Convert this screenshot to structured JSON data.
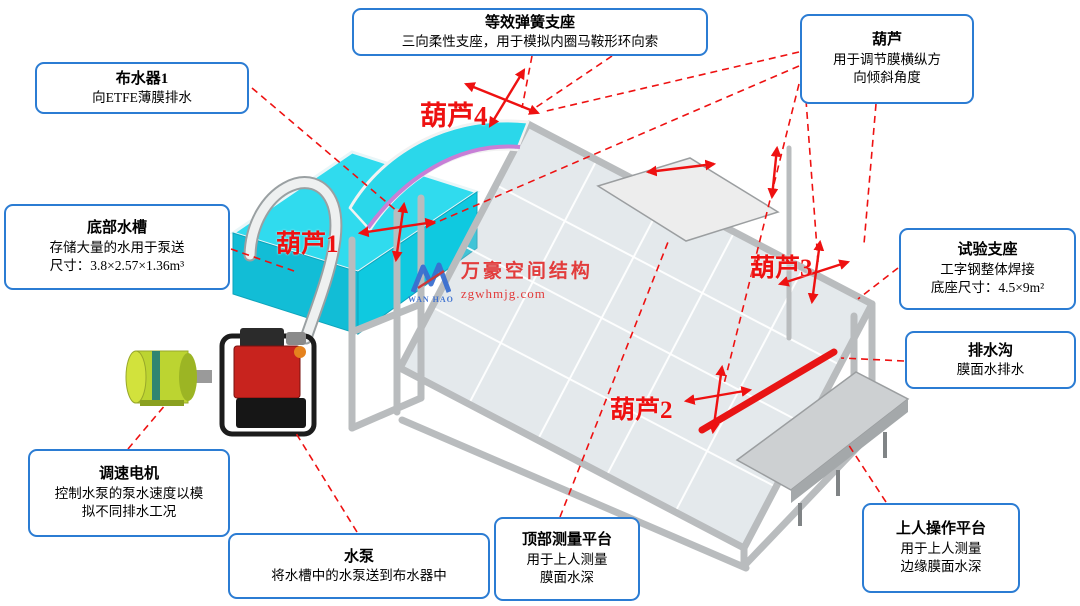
{
  "callouts": {
    "spring_support": {
      "title": "等效弹簧支座",
      "line1": "三向柔性支座，用于模拟内圈马鞍形环向索"
    },
    "hoist": {
      "title": "葫芦",
      "line1": "用于调节膜横纵方",
      "line2": "向倾斜角度"
    },
    "distributor": {
      "title": "布水器1",
      "line1": "向ETFE薄膜排水"
    },
    "bottom_tank": {
      "title": "底部水槽",
      "line1": "存储大量的水用于泵送",
      "line2": "尺寸：3.8×2.57×1.36m³"
    },
    "test_support": {
      "title": "试验支座",
      "line1": "工字钢整体焊接",
      "line2": "底座尺寸：4.5×9m²"
    },
    "drain_ditch": {
      "title": "排水沟",
      "line1": "膜面水排水"
    },
    "speed_motor": {
      "title": "调速电机",
      "line1": "控制水泵的泵水速度以模",
      "line2": "拟不同排水工况"
    },
    "water_pump": {
      "title": "水泵",
      "line1": "将水槽中的水泵送到布水器中"
    },
    "top_platform": {
      "title": "顶部测量平台",
      "line1": "用于上人测量",
      "line2": "膜面水深"
    },
    "operation_platform": {
      "title": "上人操作平台",
      "line1": "用于上人测量",
      "line2": "边缘膜面水深"
    }
  },
  "diagram_labels": {
    "hoist1": "葫芦1",
    "hoist2": "葫芦2",
    "hoist3": "葫芦3",
    "hoist4": "葫芦4"
  },
  "watermark": {
    "company": "万豪空间结构",
    "logo_caption": "WAN HAO",
    "website": "zgwhmjg.com"
  },
  "colors": {
    "callout_border": "#2b7cd3",
    "annotation_red": "#ee1111",
    "tank_cyan": "#2fd9ec",
    "membrane_purple": "#c77fd6"
  }
}
